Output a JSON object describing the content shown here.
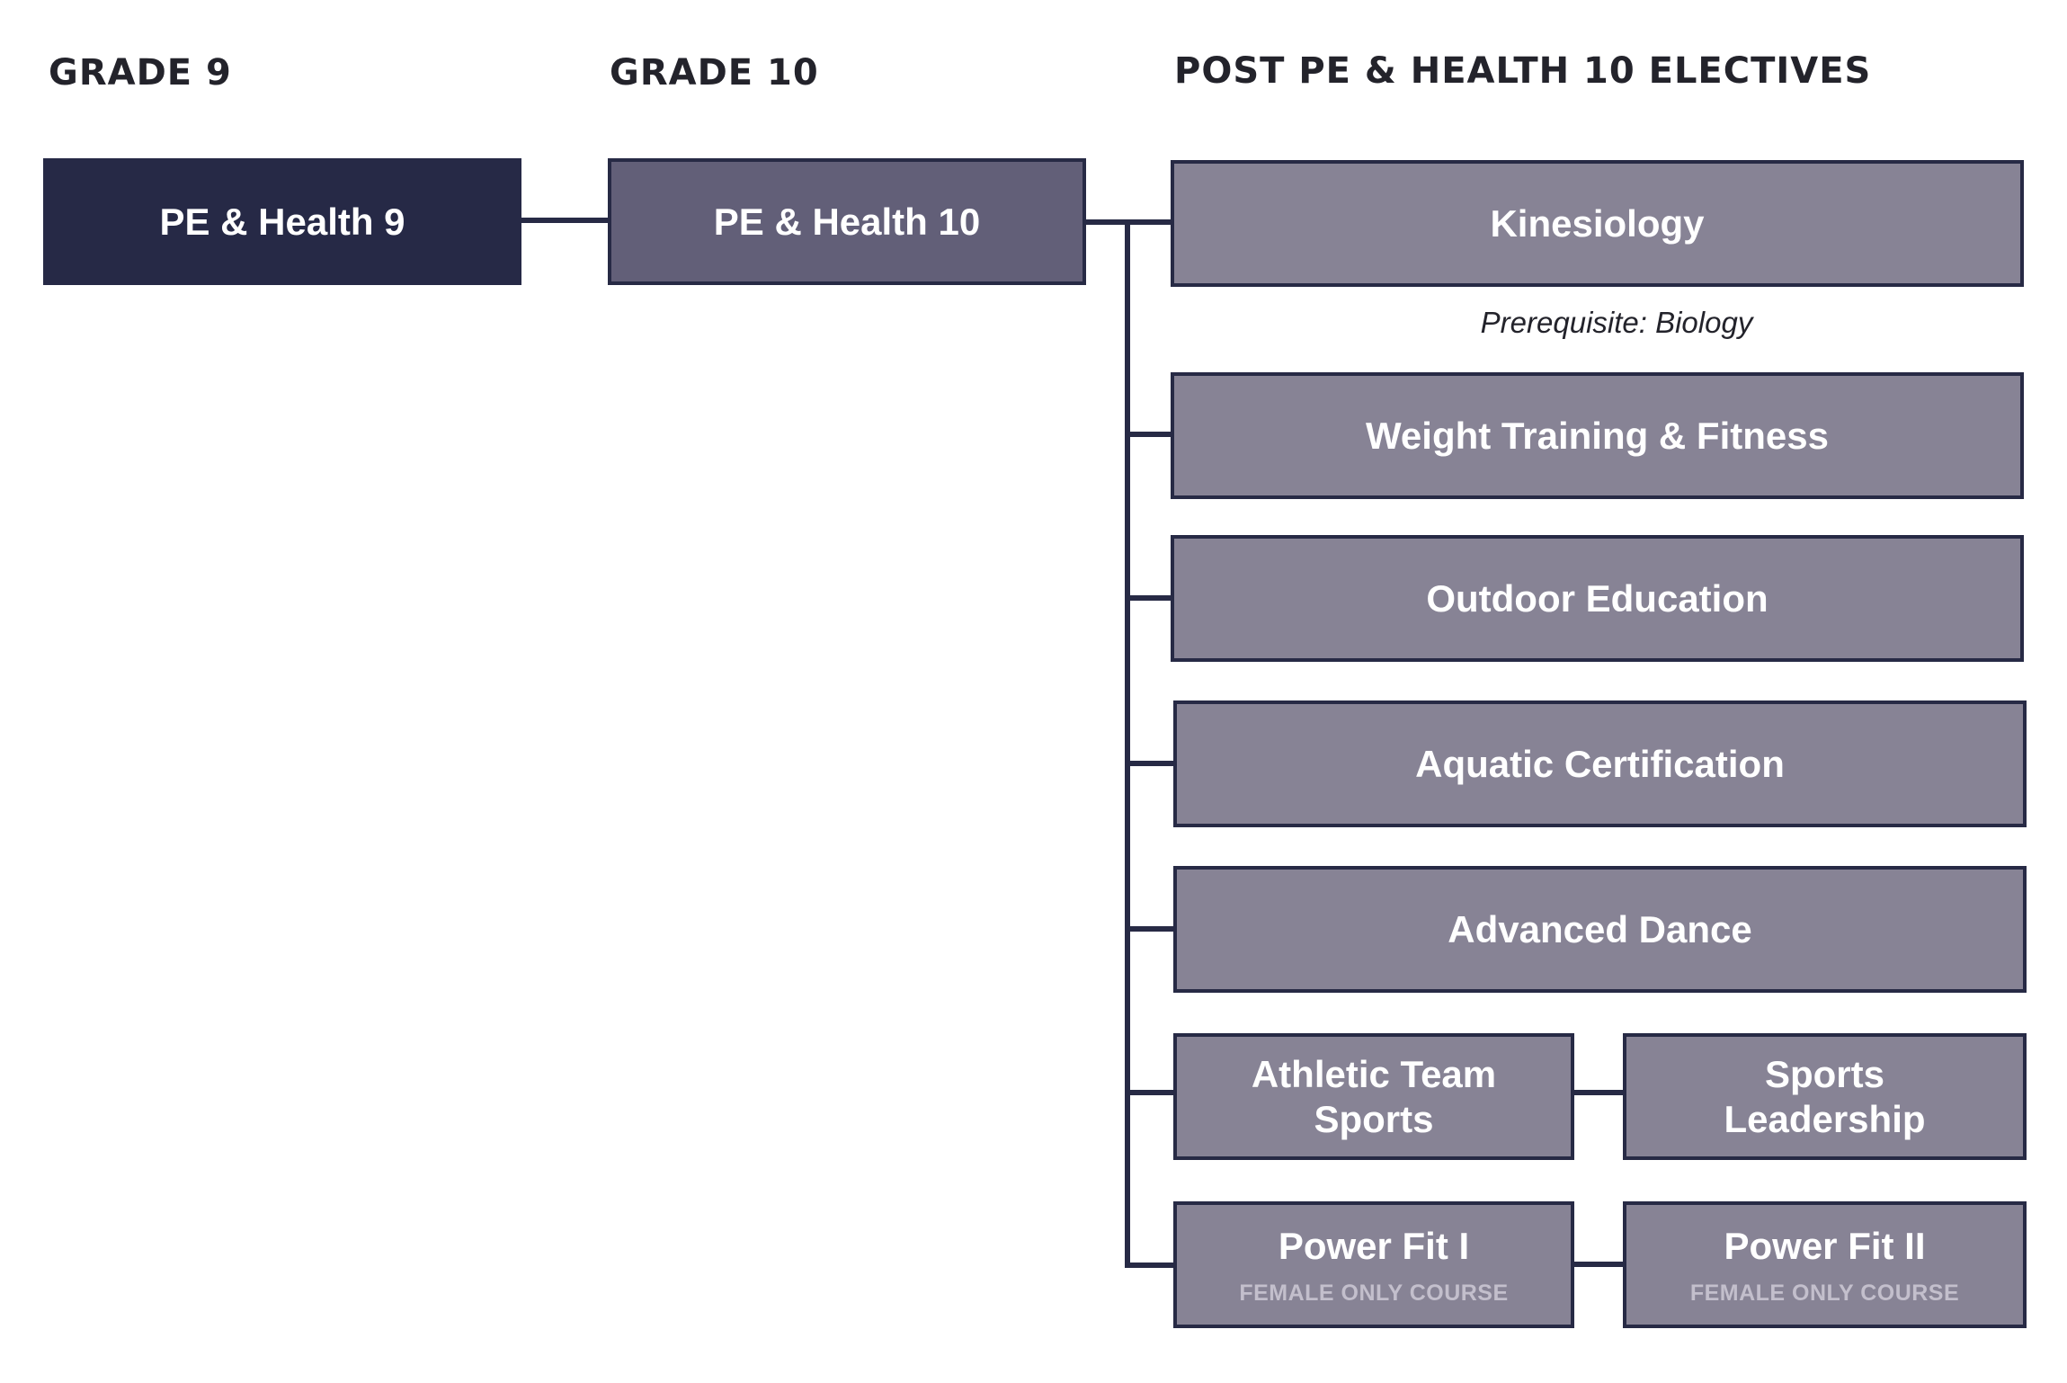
{
  "headings": {
    "grade9": "GRADE 9",
    "grade10": "GRADE 10",
    "electives": "POST PE & HEALTH 10 ELECTIVES"
  },
  "courses": {
    "pe9": "PE & Health 9",
    "pe10": "PE & Health 10",
    "kinesiology": "Kinesiology",
    "kinesiology_prereq": "Prerequisite: Biology",
    "weight_training": "Weight Training & Fitness",
    "outdoor_education": "Outdoor Education",
    "aquatic_certification": "Aquatic Certification",
    "advanced_dance": "Advanced Dance",
    "athletic_team_sports": "Athletic Team Sports",
    "sports_leadership": "Sports Leadership",
    "power_fit_1": "Power Fit I",
    "power_fit_1_note": "FEMALE ONLY COURSE",
    "power_fit_2": "Power Fit II",
    "power_fit_2_note": "FEMALE ONLY COURSE"
  },
  "colors": {
    "grade9_box": "#262946",
    "grade10_box": "#625f78",
    "elective_box": "#878395",
    "connector": "#272a45"
  }
}
